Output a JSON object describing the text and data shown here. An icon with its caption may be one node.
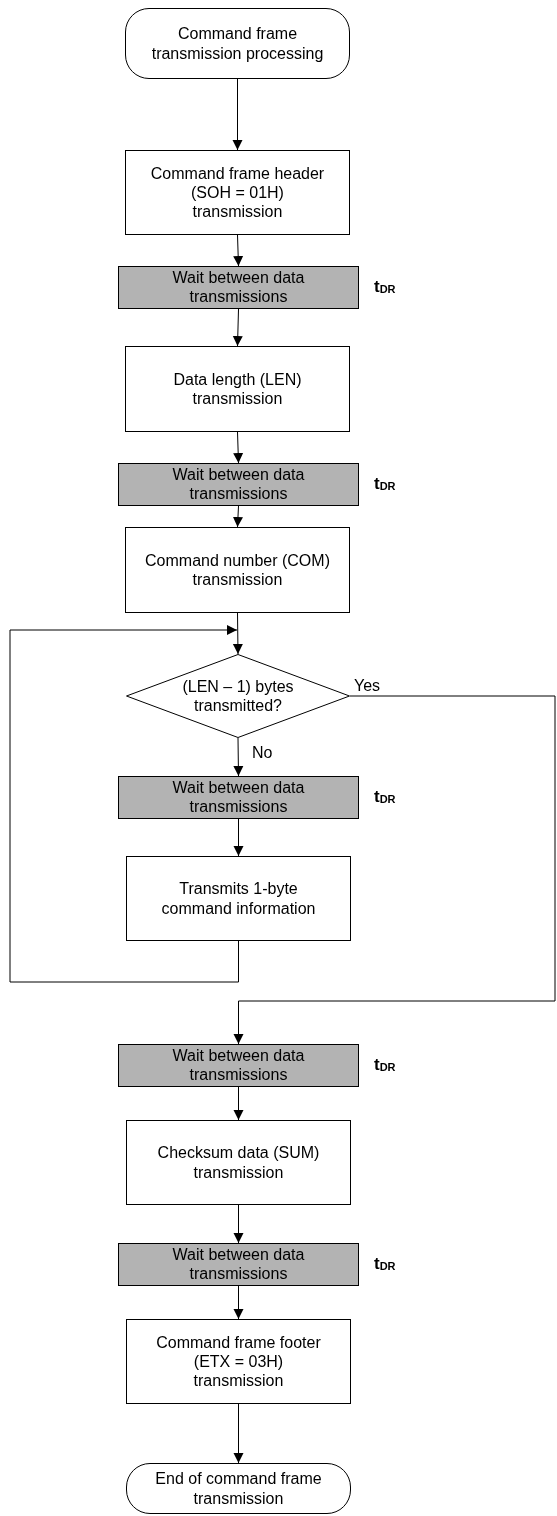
{
  "diagram": {
    "nodes": [
      {
        "text": [
          "Command frame transmission processing"
        ]
      },
      {
        "text": [
          "Command frame header (SOH = 01H) transmission"
        ]
      },
      {
        "text": [
          "Wait between data transmissions"
        ],
        "beside": [
          "t$_{DR}$"
        ]
      },
      {
        "text": [
          "Data length (LEN) transmission"
        ]
      },
      {
        "text": [
          "Wait between data transmissions"
        ],
        "beside": [
          "t$_{DR}$"
        ]
      },
      {
        "text": [
          "Command number (COM) transmission"
        ]
      },
      {
        "text": [
          "(LEN – 1) bytes transmitted?"
        ]
      },
      {
        "text": [
          "Wait between data transmissions"
        ],
        "beside": [
          "t$_{DR}$"
        ]
      },
      {
        "text": [
          "Transmits 1-byte command information"
        ]
      },
      {
        "text": [
          "Wait between data transmissions"
        ],
        "beside": [
          "t$_{DR}$"
        ]
      },
      {
        "text": [
          "Checksum data (SUM) transmission"
        ]
      },
      {
        "text": [
          "Wait between data transmissions"
        ],
        "beside": [
          "t$_{DR}$"
        ]
      },
      {
        "text": [
          "Command frame footer (ETX = 03H) transmission"
        ]
      },
      {
        "text": [
          "End of command frame transmission"
        ]
      }
    ],
    "edges": [
      {
        "from": 0,
        "to": 1,
        "arrow": "to"
      },
      {
        "from": 1,
        "to": 2,
        "arrow": "to"
      },
      {
        "from": 2,
        "to": 3,
        "arrow": "to"
      },
      {
        "from": 3,
        "to": 4,
        "arrow": "to"
      },
      {
        "from": 4,
        "to": 5,
        "arrow": "to"
      },
      {
        "from": 5,
        "to": 6,
        "arrow": "to"
      },
      {
        "from": 6,
        "to": 7,
        "arrow": "to",
        "label": "No"
      },
      {
        "from": 7,
        "to": 8,
        "arrow": "to"
      },
      {
        "from": 8,
        "to": 6,
        "arrow": "to"
      },
      {
        "from": 6,
        "to": 9,
        "arrow": "to",
        "label": "Yes"
      },
      {
        "from": 9,
        "to": 10,
        "arrow": "to"
      },
      {
        "from": 10,
        "to": 11,
        "arrow": "to"
      },
      {
        "from": 11,
        "to": 12,
        "arrow": "to"
      },
      {
        "from": 12,
        "to": 13,
        "arrow": "to"
      }
    ]
  }
}
